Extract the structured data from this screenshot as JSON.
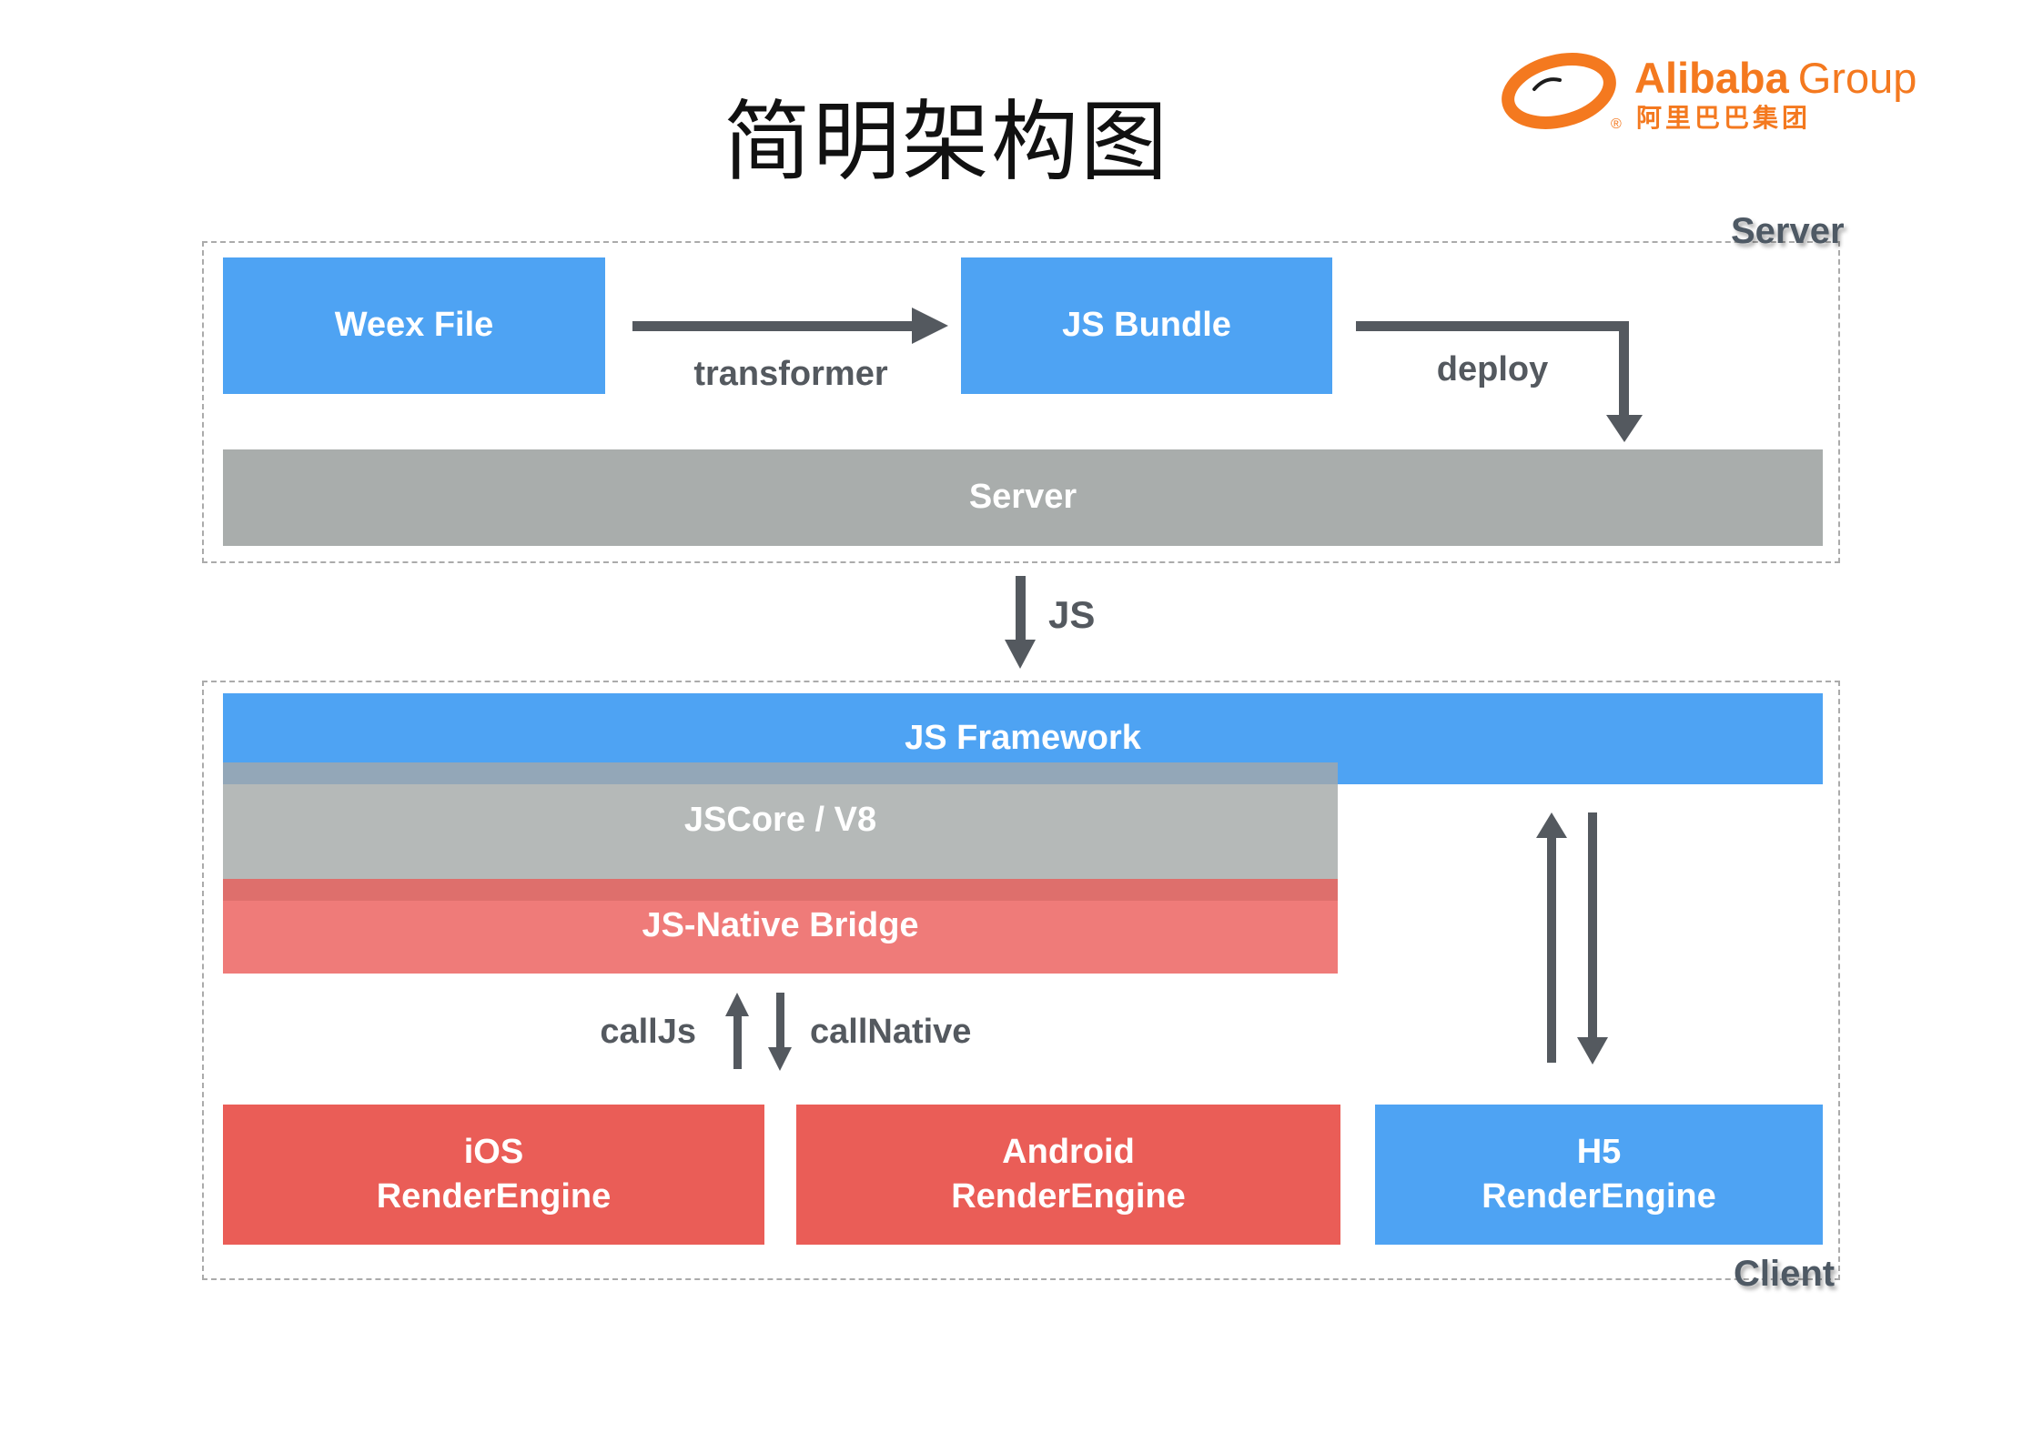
{
  "title": "简明架构图",
  "logo": {
    "name": "Alibaba",
    "suffix": "Group",
    "chinese": "阿里巴巴集团",
    "registered": "®"
  },
  "server_section": {
    "corner_label": "Server",
    "weex_file_box": "Weex File",
    "js_bundle_box": "JS Bundle",
    "server_bar": "Server",
    "transformer_arrow_label": "transformer",
    "deploy_arrow_label": "deploy"
  },
  "flow": {
    "js_arrow_label": "JS"
  },
  "client_section": {
    "corner_label": "Client",
    "js_framework_bar": "JS Framework",
    "jscore_bar": "JSCore / V8",
    "bridge_bar": "JS-Native Bridge",
    "call_js_label": "callJs",
    "call_native_label": "callNative",
    "engines": [
      {
        "line1": "iOS",
        "line2": "RenderEngine",
        "color": "red"
      },
      {
        "line1": "Android",
        "line2": "RenderEngine",
        "color": "red"
      },
      {
        "line1": "H5",
        "line2": "RenderEngine",
        "color": "blue"
      }
    ]
  },
  "colors": {
    "blue": "#4EA3F3",
    "engine_red": "#EA5D57",
    "bridge_red": "#EF7B79",
    "bridge_overlap": "#DE6F6C",
    "server_gray": "#A9ADAC",
    "jscore_gray": "#B5B9B8",
    "jscore_overlap": "#93A7B8",
    "arrow_dark": "#54595F",
    "corner_label_gray": "#4E5964",
    "alibaba_orange": "#F4791F",
    "dashed_border": "#ABABAB"
  }
}
